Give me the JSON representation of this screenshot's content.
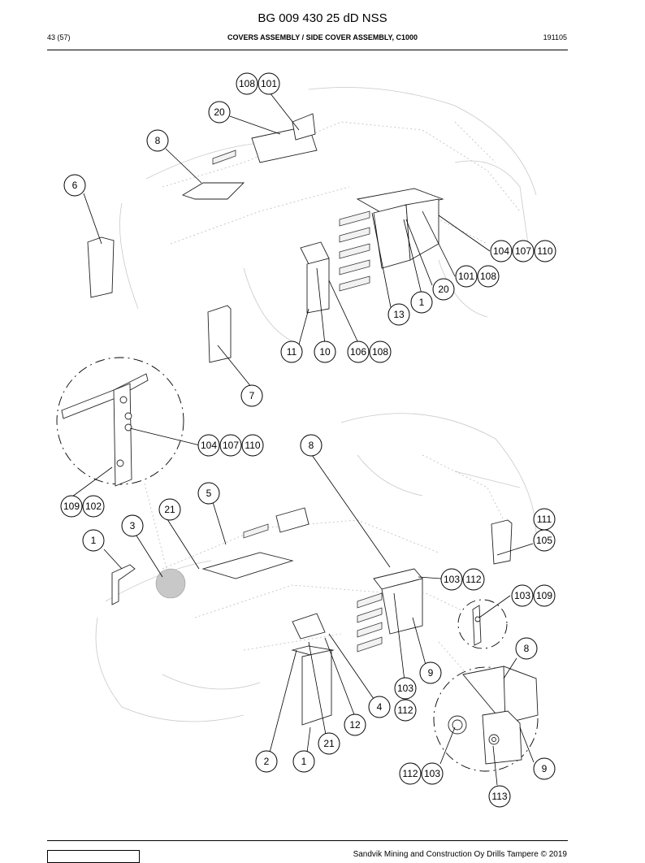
{
  "header": {
    "doc_code": "BG 009 430 25 dD NSS",
    "page": "43 (57)",
    "section_title": "COVERS ASSEMBLY / SIDE COVER ASSEMBLY, C1000",
    "date_code": "191105"
  },
  "footer": {
    "copyright": "Sandvik Mining and Construction Oy Drills Tampere © 2019"
  },
  "callouts": [
    {
      "id": "c1",
      "labels": [
        "108",
        "101"
      ]
    },
    {
      "id": "c2",
      "labels": [
        "20"
      ]
    },
    {
      "id": "c3",
      "labels": [
        "8"
      ]
    },
    {
      "id": "c4",
      "labels": [
        "6"
      ]
    },
    {
      "id": "c5",
      "labels": [
        "104",
        "107",
        "110"
      ]
    },
    {
      "id": "c6",
      "labels": [
        "101",
        "108"
      ]
    },
    {
      "id": "c7",
      "labels": [
        "20"
      ]
    },
    {
      "id": "c8",
      "labels": [
        "1"
      ]
    },
    {
      "id": "c9",
      "labels": [
        "13"
      ]
    },
    {
      "id": "c10",
      "labels": [
        "11"
      ]
    },
    {
      "id": "c11",
      "labels": [
        "10"
      ]
    },
    {
      "id": "c12",
      "labels": [
        "106",
        "108"
      ]
    },
    {
      "id": "c13",
      "labels": [
        "7"
      ]
    },
    {
      "id": "c14",
      "labels": [
        "104",
        "107",
        "110"
      ]
    },
    {
      "id": "c15",
      "labels": [
        "8"
      ]
    },
    {
      "id": "c16",
      "labels": [
        "5"
      ]
    },
    {
      "id": "c17",
      "labels": [
        "109",
        "102"
      ]
    },
    {
      "id": "c18",
      "labels": [
        "21"
      ]
    },
    {
      "id": "c19",
      "labels": [
        "3"
      ]
    },
    {
      "id": "c20",
      "labels": [
        "1"
      ]
    },
    {
      "id": "c21",
      "labels": [
        "111"
      ]
    },
    {
      "id": "c22",
      "labels": [
        "105"
      ]
    },
    {
      "id": "c23",
      "labels": [
        "103",
        "112"
      ]
    },
    {
      "id": "c24",
      "labels": [
        "103",
        "109"
      ]
    },
    {
      "id": "c25",
      "labels": [
        "8"
      ]
    },
    {
      "id": "c26",
      "labels": [
        "9"
      ]
    },
    {
      "id": "c27",
      "labels": [
        "103"
      ]
    },
    {
      "id": "c28",
      "labels": [
        "4"
      ]
    },
    {
      "id": "c29",
      "labels": [
        "112"
      ]
    },
    {
      "id": "c30",
      "labels": [
        "12"
      ]
    },
    {
      "id": "c31",
      "labels": [
        "21"
      ]
    },
    {
      "id": "c32",
      "labels": [
        "2"
      ]
    },
    {
      "id": "c33",
      "labels": [
        "1"
      ]
    },
    {
      "id": "c34",
      "labels": [
        "112",
        "103"
      ]
    },
    {
      "id": "c35",
      "labels": [
        "9"
      ]
    },
    {
      "id": "c36",
      "labels": [
        "113"
      ]
    }
  ]
}
